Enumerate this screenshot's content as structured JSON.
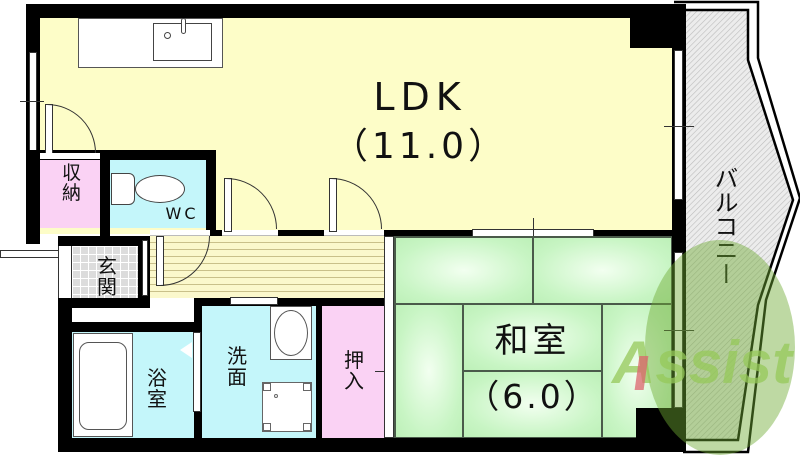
{
  "plan": {
    "rooms": {
      "ldk": {
        "name": "LDK",
        "size": "（11.0）"
      },
      "washitsu": {
        "name": "和室",
        "size": "（6.0）"
      },
      "shuno": {
        "name": "収納"
      },
      "wc": {
        "name": "WC"
      },
      "genkan": {
        "name": "玄関"
      },
      "yokushitsu": {
        "name": "浴室"
      },
      "senmen": {
        "name": "洗面"
      },
      "oshiire": {
        "name": "押入"
      },
      "balcony": {
        "name": "バルコニー"
      }
    },
    "watermark": {
      "text": "Assist"
    },
    "colors": {
      "ldk": "#fdfdc8",
      "wet_area": "#c4f6fa",
      "storage": "#fad2f4",
      "tatami": "#c8f5c4",
      "genkan": "#dcdcdc",
      "balcony": "#d8d8d8",
      "wall": "#000000",
      "watermark_green": "#8cbf3f",
      "watermark_red": "#e06070"
    }
  }
}
